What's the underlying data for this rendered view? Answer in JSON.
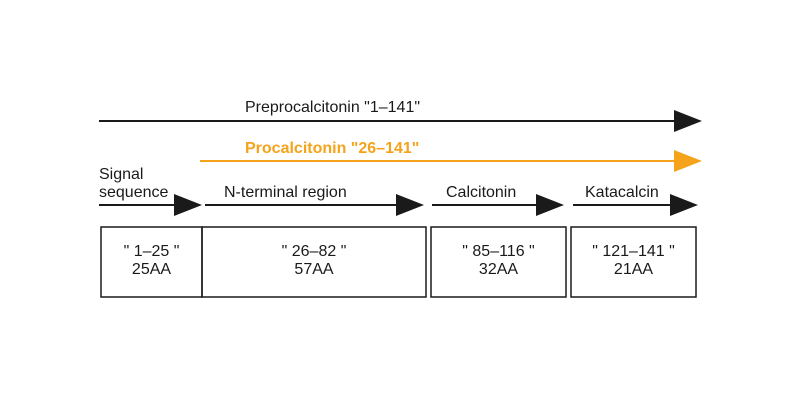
{
  "colors": {
    "black": "#1a1a1a",
    "accent": "#f5a31a"
  },
  "arrows": {
    "preprocalcitonin": {
      "label": "Preprocalcitonin  \"1–141\""
    },
    "procalcitonin": {
      "label": "Procalcitonin  \"26–141\""
    }
  },
  "regions": [
    {
      "label": "Signal\nsequence",
      "label_line1": "Signal",
      "label_line2": "sequence",
      "range": "\" 1–25 \"",
      "length": "25AA"
    },
    {
      "label": "N-terminal region",
      "range": "\" 26–82 \"",
      "length": "57AA"
    },
    {
      "label": "Calcitonin",
      "range": "\" 85–116 \"",
      "length": "32AA"
    },
    {
      "label": "Katacalcin",
      "range": "\" 121–141 \"",
      "length": "21AA"
    }
  ]
}
